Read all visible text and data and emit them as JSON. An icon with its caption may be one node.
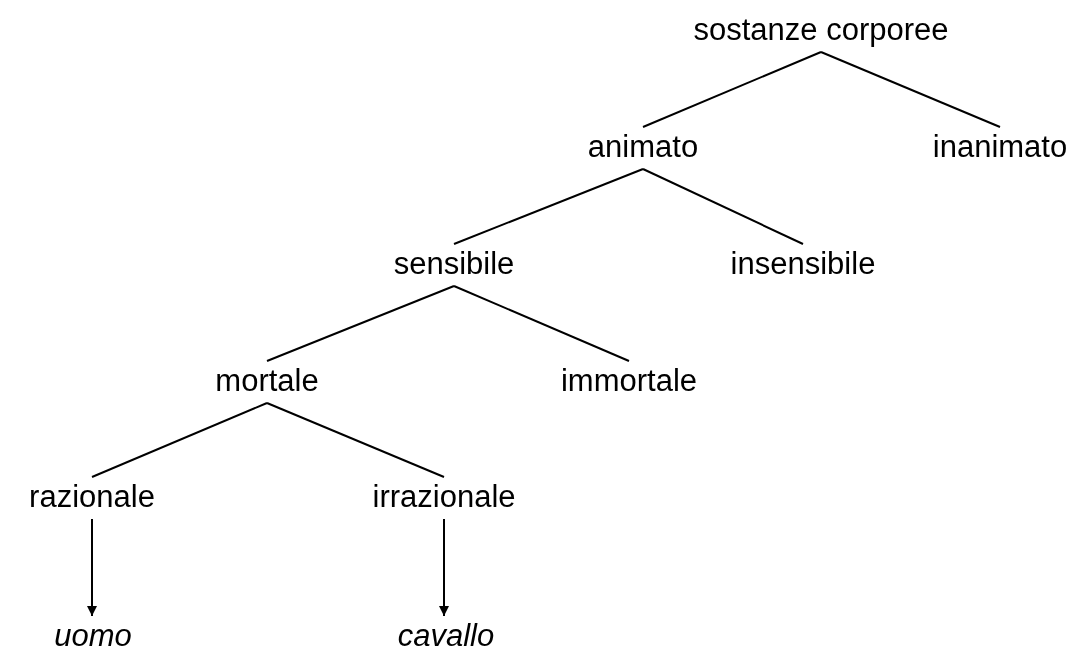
{
  "diagram": {
    "nodes": [
      {
        "text": [
          "sostanze corporee"
        ]
      },
      {
        "text": [
          "animato"
        ]
      },
      {
        "text": [
          "inanimato"
        ]
      },
      {
        "text": [
          "sensibile"
        ]
      },
      {
        "text": [
          "insensibile"
        ]
      },
      {
        "text": [
          "mortale"
        ]
      },
      {
        "text": [
          "immortale"
        ]
      },
      {
        "text": [
          "razionale"
        ]
      },
      {
        "text": [
          "irrazionale"
        ]
      },
      {
        "text": [
          "uomo"
        ]
      },
      {
        "text": [
          "cavallo"
        ]
      }
    ],
    "edges": [
      {
        "from": 0,
        "to": 1,
        "arrow": "none"
      },
      {
        "from": 0,
        "to": 2,
        "arrow": "none"
      },
      {
        "from": 1,
        "to": 3,
        "arrow": "none"
      },
      {
        "from": 1,
        "to": 4,
        "arrow": "none"
      },
      {
        "from": 3,
        "to": 5,
        "arrow": "none"
      },
      {
        "from": 3,
        "to": 6,
        "arrow": "none"
      },
      {
        "from": 5,
        "to": 7,
        "arrow": "none"
      },
      {
        "from": 5,
        "to": 8,
        "arrow": "none"
      },
      {
        "from": 7,
        "to": 9,
        "arrow": "to"
      },
      {
        "from": 8,
        "to": 10,
        "arrow": "to"
      }
    ]
  }
}
